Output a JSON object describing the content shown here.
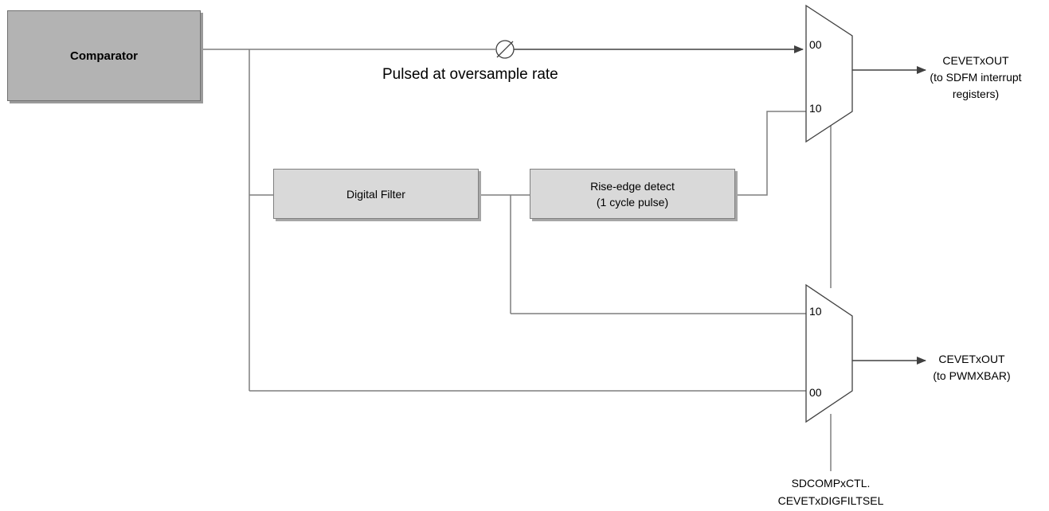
{
  "blocks": {
    "comparator": "Comparator",
    "digital_filter": "Digital Filter",
    "rise_edge_line1": "Rise-edge detect",
    "rise_edge_line2": "(1 cycle pulse)"
  },
  "labels": {
    "pulsed": "Pulsed at oversample rate"
  },
  "mux_top": {
    "input_a": "00",
    "input_b": "10"
  },
  "mux_bottom": {
    "input_a": "10",
    "input_b": "00"
  },
  "outputs": {
    "top_line1": "CEVETxOUT",
    "top_line2": "(to SDFM interrupt",
    "top_line3": "registers)",
    "bottom_line1": "CEVETxOUT",
    "bottom_line2": "(to PWMXBAR)"
  },
  "select": {
    "line1": "SDCOMPxCTL.",
    "line2": "CEVETxDIGFILTSEL"
  },
  "colors": {
    "wire": "#7f7f7f",
    "comparator_fill": "#b3b3b3",
    "block_fill": "#d9d9d9"
  }
}
